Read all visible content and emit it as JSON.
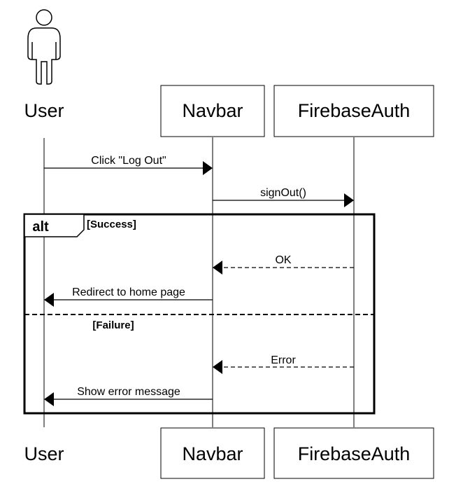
{
  "participants": {
    "user": "User",
    "navbar": "Navbar",
    "firebase": "FirebaseAuth"
  },
  "messages": {
    "click_logout": "Click \"Log Out\"",
    "sign_out": "signOut()",
    "ok": "OK",
    "redirect": "Redirect to home page",
    "error": "Error",
    "show_error": "Show error message"
  },
  "alt_fragment": {
    "keyword": "alt",
    "guard_success": "[Success]",
    "guard_failure": "[Failure]"
  }
}
